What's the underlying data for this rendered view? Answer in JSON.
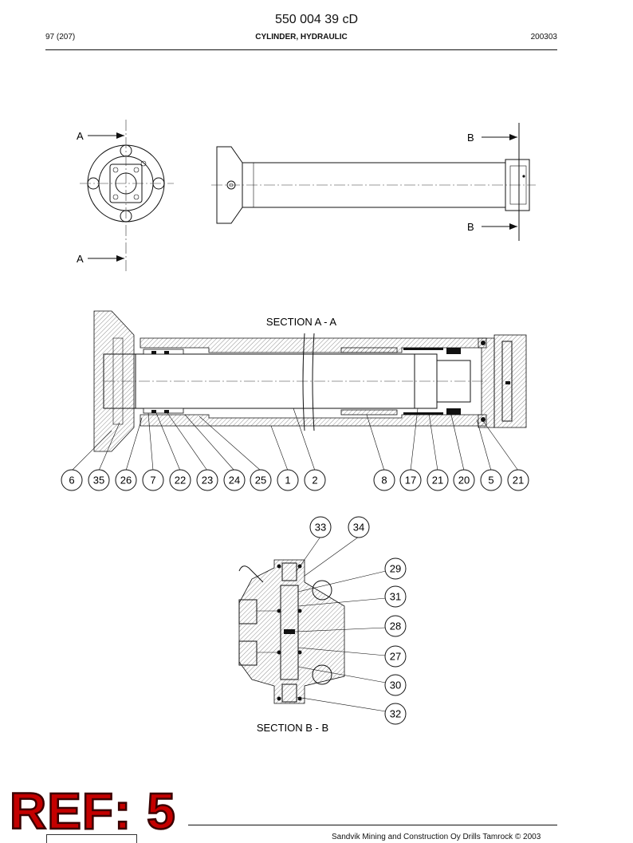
{
  "header": {
    "doc_number": "550 004 39 cD",
    "page": "97 (207)",
    "title": "CYLINDER, HYDRAULIC",
    "date": "200303"
  },
  "drawing": {
    "view_labels": {
      "a_top": "A",
      "a_bottom": "A",
      "b_top": "B",
      "b_bottom": "B"
    },
    "section_aa_title": "SECTION  A - A",
    "section_bb_title": "SECTION  B - B",
    "callouts_aa": [
      "6",
      "35",
      "26",
      "7",
      "22",
      "23",
      "24",
      "25",
      "1",
      "2",
      "8",
      "17",
      "21",
      "20",
      "5",
      "21"
    ],
    "callouts_bb_top": [
      "33",
      "34"
    ],
    "callouts_bb_right": [
      "29",
      "31",
      "28",
      "27",
      "30",
      "32"
    ]
  },
  "footer": {
    "copyright": "Sandvik Mining and Construction Oy Drills Tamrock © 2003",
    "stamp": "REF: 5"
  }
}
